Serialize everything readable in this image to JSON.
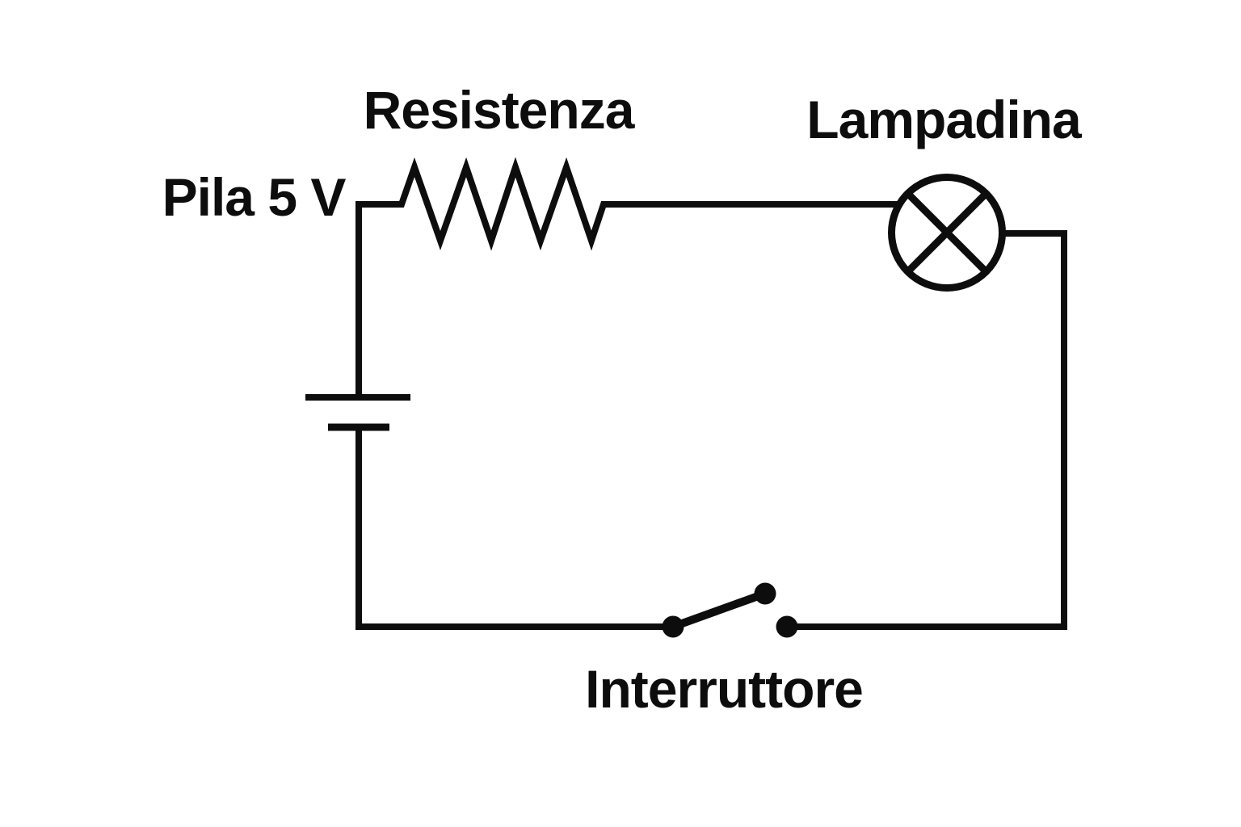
{
  "colors": {
    "line": "#0d0d0d",
    "background": "#ffffff"
  },
  "diagram": {
    "type": "circuit-schematic",
    "components": [
      {
        "id": "battery",
        "symbol": "battery-cell",
        "label": "Pila 5 V",
        "value": "5 V"
      },
      {
        "id": "resistor",
        "symbol": "resistor-zigzag",
        "label": "Resistenza"
      },
      {
        "id": "lamp",
        "symbol": "lamp-circle-x",
        "label": "Lampadina"
      },
      {
        "id": "switch",
        "symbol": "switch-open",
        "label": "Interruttore",
        "state": "open"
      }
    ]
  }
}
